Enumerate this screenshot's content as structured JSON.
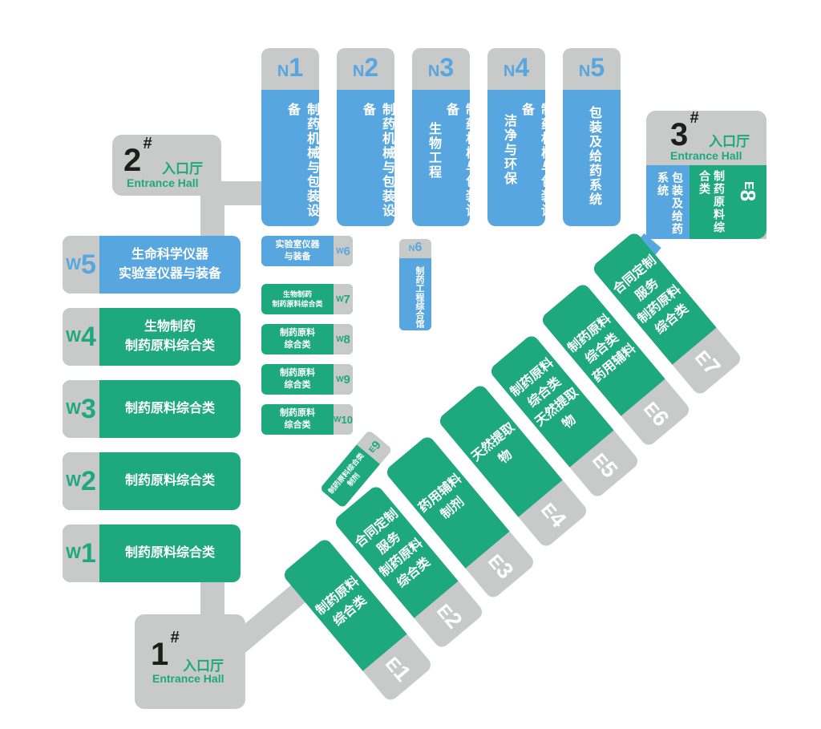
{
  "halls": {
    "entrance1": {
      "num": "1",
      "sup": "#",
      "cn": "入口厅",
      "en": "Entrance Hall"
    },
    "entrance2": {
      "num": "2",
      "sup": "#",
      "cn": "入口厅",
      "en": "Entrance Hall"
    },
    "entrance3": {
      "num": "3",
      "sup": "#",
      "cn": "入口厅",
      "en": "Entrance Hall"
    }
  },
  "north": [
    {
      "letter": "N",
      "digit": "1",
      "label": "制药机械与包装设备"
    },
    {
      "letter": "N",
      "digit": "2",
      "label": "制药机械与包装设备"
    },
    {
      "letter": "N",
      "digit": "3",
      "label": "制药机械与包装设备",
      "label2": "生物工程"
    },
    {
      "letter": "N",
      "digit": "4",
      "label": "制药机械与包装设备",
      "label2": "洁净与环保"
    },
    {
      "letter": "N",
      "digit": "5",
      "label": "包装及给药系统"
    }
  ],
  "n6": {
    "letter": "N",
    "digit": "6",
    "label": "制药工程综合馆"
  },
  "west": [
    {
      "letter": "W",
      "digit": "5",
      "line1": "生命科学仪器",
      "line2": "实验室仪器与装备"
    },
    {
      "letter": "W",
      "digit": "4",
      "line1": "生物制药",
      "line2": "制药原料综合类"
    },
    {
      "letter": "W",
      "digit": "3",
      "line1": "制药原料综合类",
      "line2": ""
    },
    {
      "letter": "W",
      "digit": "2",
      "line1": "制药原料综合类",
      "line2": ""
    },
    {
      "letter": "W",
      "digit": "1",
      "line1": "制药原料综合类",
      "line2": ""
    }
  ],
  "west_small": [
    {
      "letter": "W",
      "digit": "6",
      "line1": "实验室仪器",
      "line2": "与装备"
    },
    {
      "letter": "W",
      "digit": "7",
      "line1": "生物制药",
      "line2": "制药原料综合类"
    },
    {
      "letter": "W",
      "digit": "8",
      "line1": "制药原料",
      "line2": "综合类"
    },
    {
      "letter": "W",
      "digit": "9",
      "line1": "制药原料",
      "line2": "综合类"
    },
    {
      "letter": "W",
      "digit": "10",
      "line1": "制药原料",
      "line2": "综合类"
    }
  ],
  "east": [
    {
      "letter": "E",
      "digit": "1",
      "line1": "制药原料综合类",
      "line2": ""
    },
    {
      "letter": "E",
      "digit": "2",
      "line1": "合同定制服务",
      "line2": "制药原料综合类"
    },
    {
      "letter": "E",
      "digit": "3",
      "line1": "药用辅料",
      "line2": "制剂"
    },
    {
      "letter": "E",
      "digit": "4",
      "line1": "天然提取物",
      "line2": ""
    },
    {
      "letter": "E",
      "digit": "5",
      "line1": "制药原料综合类",
      "line2": "天然提取物"
    },
    {
      "letter": "E",
      "digit": "6",
      "line1": "制药原料综合类",
      "line2": "药用辅料"
    },
    {
      "letter": "E",
      "digit": "7",
      "line1": "合同定制服务",
      "line2": "制药原料综合类"
    }
  ],
  "e8": {
    "letter": "E",
    "digit": "8",
    "label": "制药原料综合类",
    "side": "包装及给药系统"
  },
  "e9": {
    "letter": "E",
    "digit": "9",
    "line1": "制药原料综合类",
    "line2": "制剂"
  },
  "colors": {
    "blue": "#58a6e0",
    "green": "#1ea97c",
    "gray": "#c8c9c9",
    "dark": "#1d1d1b"
  }
}
